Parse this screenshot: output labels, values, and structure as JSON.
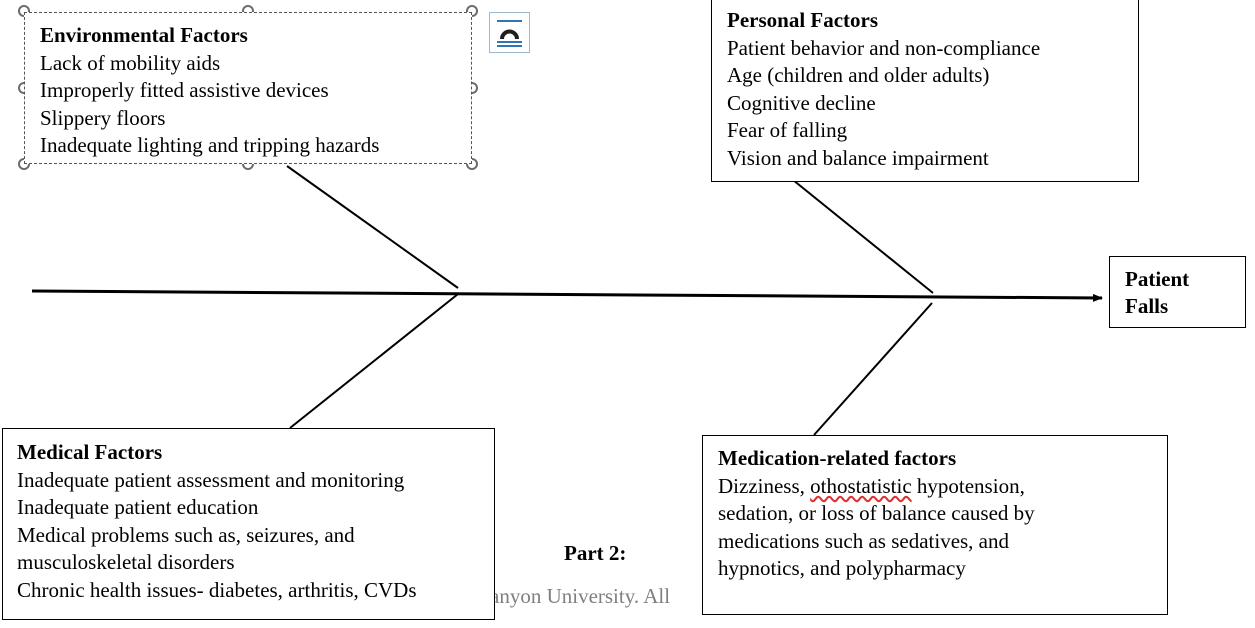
{
  "effect": {
    "line1": "Patient",
    "line2": "Falls"
  },
  "environmental": {
    "title": "Environmental Factors",
    "items": [
      "Lack of mobility aids",
      "Improperly fitted assistive devices",
      "Slippery floors",
      "Inadequate lighting and tripping hazards"
    ]
  },
  "personal": {
    "title": "Personal Factors",
    "items": [
      "Patient behavior and non-compliance",
      "Age (children and older adults)",
      "Cognitive decline",
      "Fear of falling",
      "Vision and balance impairment"
    ]
  },
  "medical": {
    "title": "Medical Factors",
    "items": [
      "Inadequate patient assessment and monitoring",
      "Inadequate patient education",
      "Medical problems such as, seizures, and",
      "musculoskeletal disorders",
      "Chronic health issues- diabetes, arthritis, CVDs"
    ]
  },
  "medication": {
    "title": "Medication-related factors",
    "line1_pre": "Dizziness, ",
    "line1_misspelled": "othostatistic",
    "line1_post": " hypotension,",
    "items": [
      "sedation, or loss of balance caused by",
      "medications such as sedatives, and",
      "hypnotics, and polypharmacy"
    ]
  },
  "part_heading": "Part 2:",
  "footer_fragment": "anyon University. All",
  "icons": {
    "layout_options": "layout-options-icon"
  },
  "colors": {
    "handle": "#6b6b6b",
    "spellcheck": "#e03030",
    "layout_icon": "#2e75b6"
  }
}
